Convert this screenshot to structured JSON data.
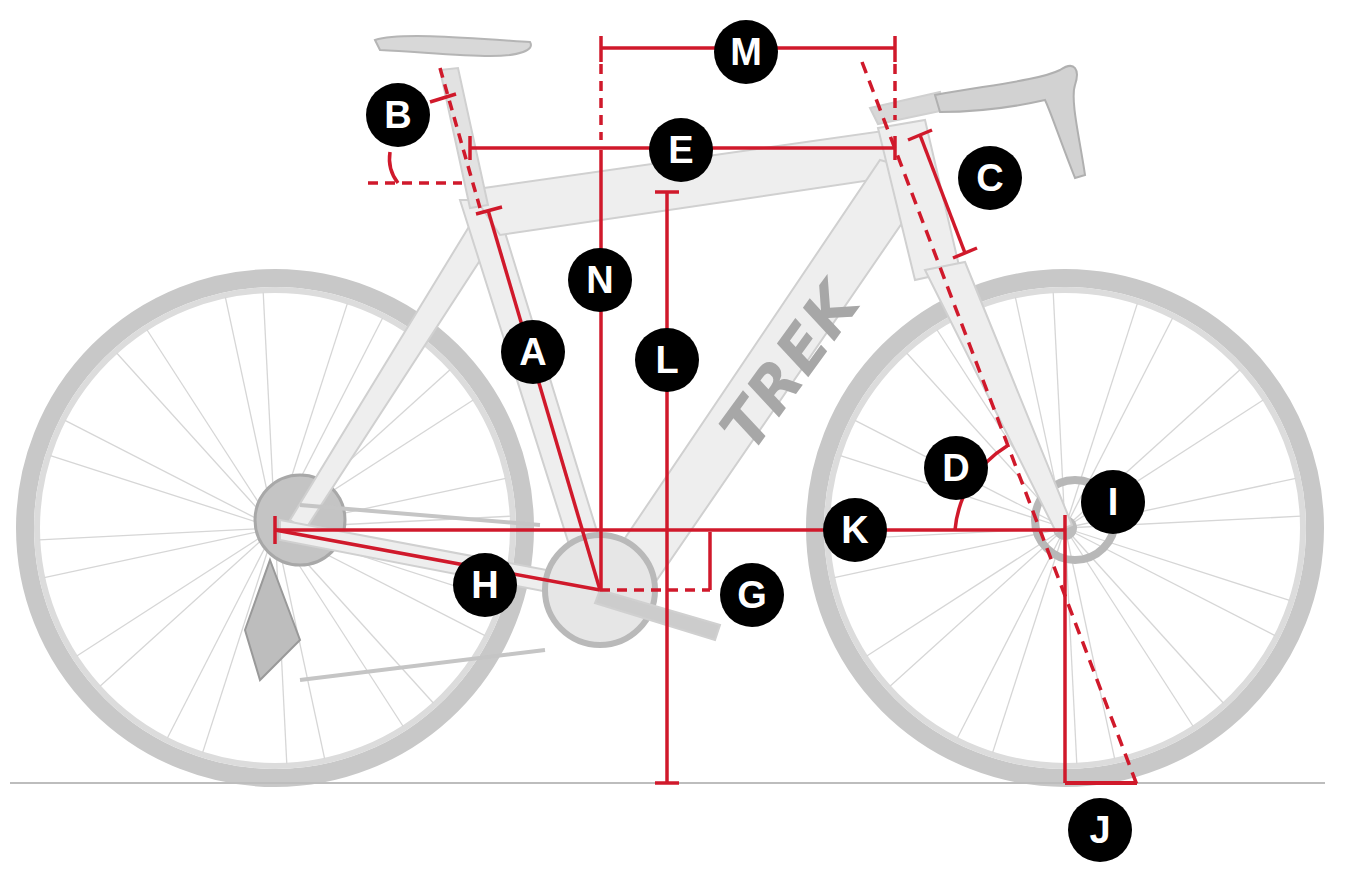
{
  "diagram": {
    "nodes": [
      {
        "text": [
          "M"
        ]
      },
      {
        "text": [
          "B"
        ]
      },
      {
        "text": [
          "E"
        ]
      },
      {
        "text": [
          "C"
        ]
      },
      {
        "text": [
          "N"
        ]
      },
      {
        "text": [
          "A"
        ]
      },
      {
        "text": [
          "L"
        ]
      },
      {
        "text": [
          "D"
        ]
      },
      {
        "text": [
          "I"
        ]
      },
      {
        "text": [
          "K"
        ]
      },
      {
        "text": [
          "H"
        ]
      },
      {
        "text": [
          "G"
        ]
      },
      {
        "text": [
          "J"
        ]
      }
    ],
    "edges": [],
    "labels": [
      "TREK"
    ]
  }
}
